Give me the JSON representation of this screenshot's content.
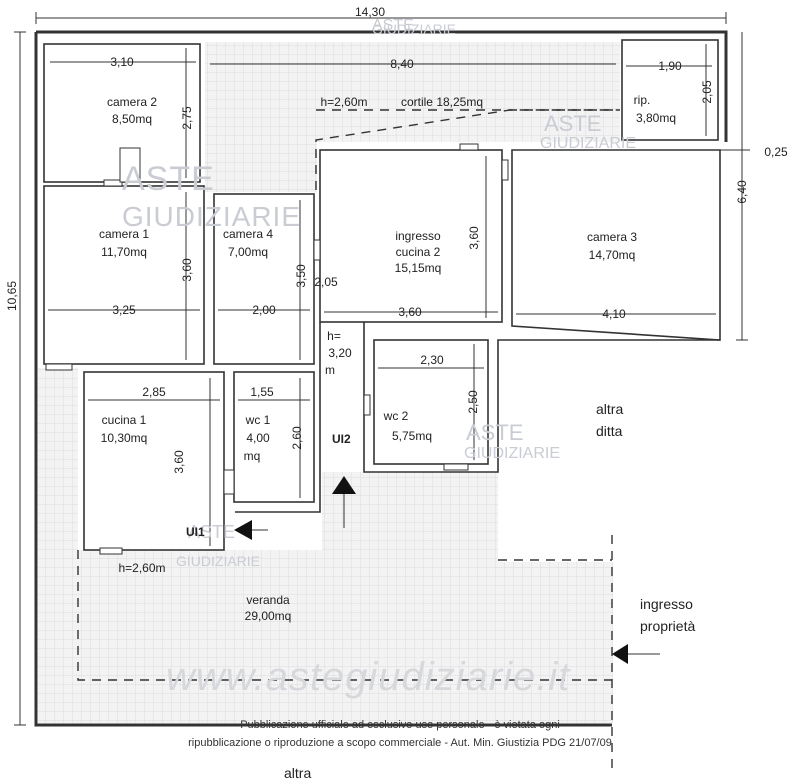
{
  "rooms": {
    "camera2": {
      "name": "camera 2",
      "area": "8,50mq"
    },
    "camera1": {
      "name": "camera 1",
      "area": "11,70mq"
    },
    "camera4": {
      "name": "camera 4",
      "area": "7,00mq"
    },
    "ingresso": {
      "name": "ingresso",
      "name2": "cucina 2",
      "area": "15,15mq"
    },
    "camera3": {
      "name": "camera 3",
      "area": "14,70mq"
    },
    "rip": {
      "name": "rip.",
      "area": "3,80mq"
    },
    "cortile": {
      "name": "cortile 18,25mq"
    },
    "cucina1": {
      "name": "cucina 1",
      "area": "10,30mq"
    },
    "wc1": {
      "name": "wc 1",
      "area": "4,00",
      "unit": "mq"
    },
    "wc2": {
      "name": "wc 2",
      "area": "5,75mq"
    },
    "veranda": {
      "name": "veranda",
      "area": "29,00mq"
    }
  },
  "dimensions": {
    "total_width": "14,30",
    "total_height": "10,65",
    "cam2_w": "3,10",
    "cam2_h": "2,75",
    "cortile_w": "8,40",
    "rip_w": "1,90",
    "rip_h": "2,05",
    "gap": "0,25",
    "cam3_h": "6,40",
    "cam1_w": "3,25",
    "cam1_h": "3,60",
    "cam4_w": "2,00",
    "cam4_h": "3,50",
    "ingr_w": "3,60",
    "ingr_h": "3,60",
    "ingr_side": "2,05",
    "cam3_w": "4,10",
    "cuc1_w": "2,85",
    "cuc1_h": "3,60",
    "wc1_w": "1,55",
    "wc1_h": "2,60",
    "wc2_w": "2,30",
    "wc2_h": "2,50"
  },
  "heights": {
    "cortile": "h=2,60m",
    "veranda": "h=2,60m",
    "corridor_1": "h=",
    "corridor_2": "3,20",
    "corridor_3": "m"
  },
  "labels": {
    "ui1": "UI1",
    "ui2": "UI2",
    "altra_ditta_1": "altra",
    "altra_ditta_2": "ditta",
    "ingresso_prop_1": "ingresso",
    "ingresso_prop_2": "proprietà",
    "altra_bottom": "altra"
  },
  "watermark": {
    "brand_1": "ASTE",
    "brand_2": "GIUDIZIARIE",
    "url": "www.astegiudiziarie.it"
  },
  "footer": {
    "line1": "Pubblicazione ufficiale ad esclusivo uso personale - è vietata ogni",
    "line2": "ripubblicazione o riproduzione a scopo commerciale - Aut. Min. Giustizia PDG 21/07/09"
  }
}
